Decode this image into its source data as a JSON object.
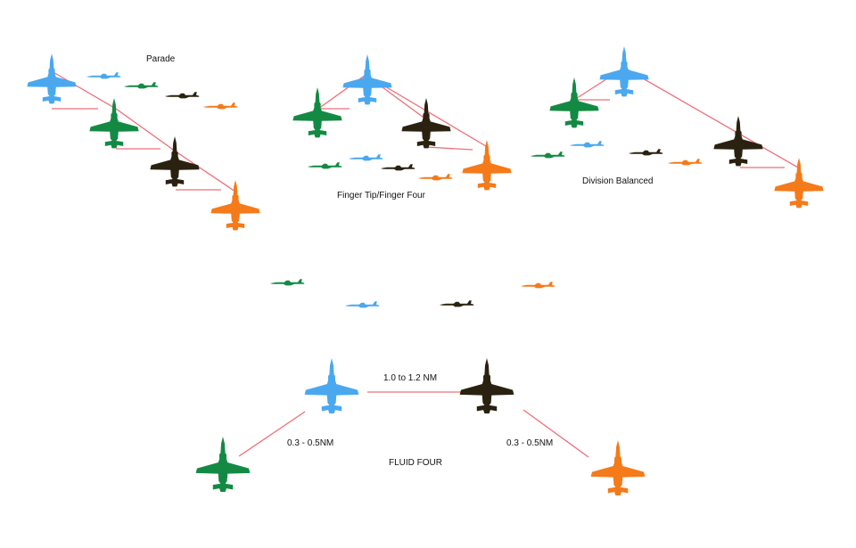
{
  "colors": {
    "blue": "#4aa8ef",
    "green": "#138a43",
    "black": "#2a2110",
    "orange": "#f57a1a",
    "line": "#ee6f78"
  },
  "labels": {
    "parade": "Parade",
    "finger_tip": "Finger Tip/Finger Four",
    "division_balanced": "Division Balanced",
    "fluid_four": "FLUID FOUR",
    "spacing_lead_pair": "1.0 to 1.2 NM",
    "spacing_left_wing": "0.3 - 0.5NM",
    "spacing_right_wing": "0.3 - 0.5NM"
  },
  "icons": {
    "aircraft": "fighter-jet-icon"
  }
}
